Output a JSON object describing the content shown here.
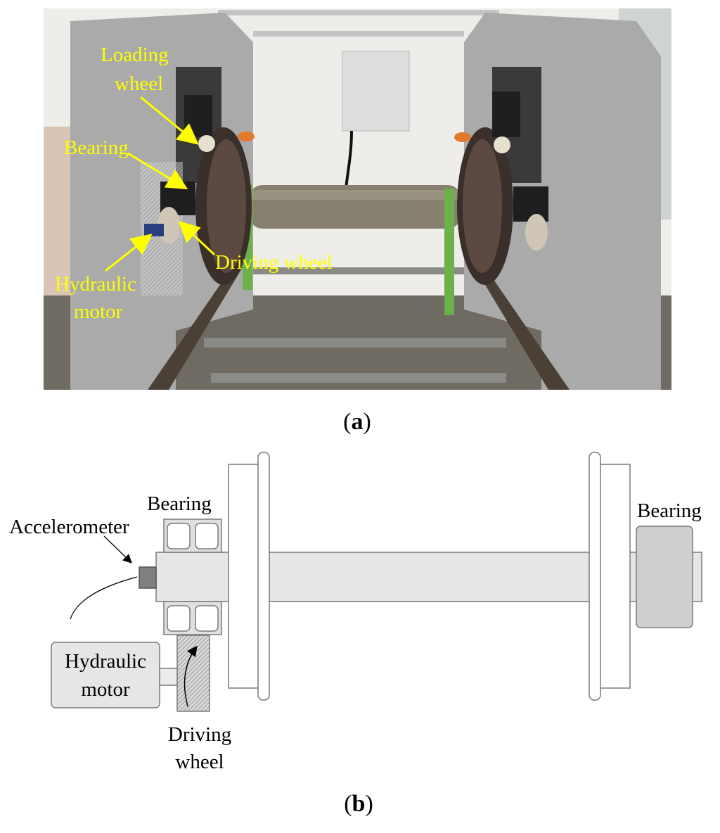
{
  "photo_panel": {
    "labels": {
      "loading_wheel_line1": "Loading",
      "loading_wheel_line2": "wheel",
      "bearing": "Bearing",
      "driving_wheel": "Driving wheel",
      "hydraulic_motor_line1": "Hydraulic",
      "hydraulic_motor_line2": "motor"
    },
    "caption": {
      "open": "(",
      "letter": "a",
      "close": ")"
    }
  },
  "schematic_panel": {
    "labels": {
      "bearing_left": "Bearing",
      "bearing_right": "Bearing",
      "accelerometer": "Accelerometer",
      "hydraulic_motor_line1": "Hydraulic",
      "hydraulic_motor_line2": "motor",
      "driving_wheel_line1": "Driving",
      "driving_wheel_line2": "wheel"
    },
    "caption": {
      "open": "(",
      "letter": "b",
      "close": ")"
    }
  },
  "colors": {
    "label_yellow": "#ffff00",
    "frame_gray": "#a9aaa9",
    "part_light": "#e6e6e6",
    "part_mid": "#d0d0d0",
    "part_dark": "#7f7f7f"
  }
}
